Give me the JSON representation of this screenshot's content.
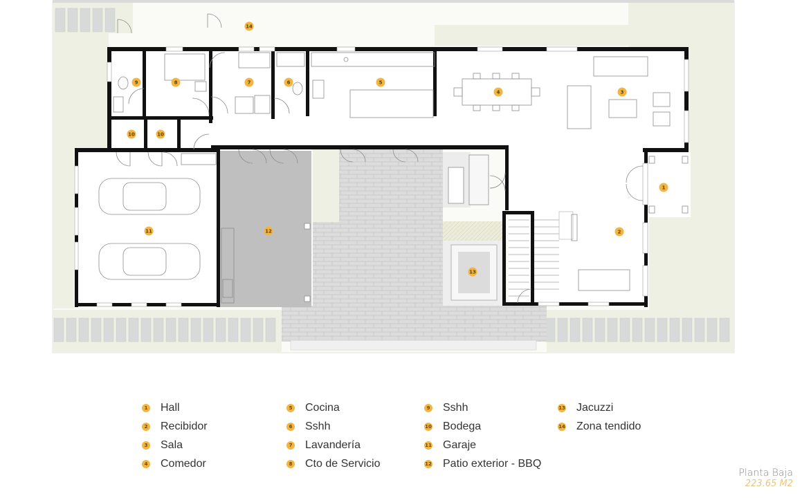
{
  "plan": {
    "rooms": [
      {
        "id": "1",
        "label": "1"
      },
      {
        "id": "2",
        "label": "2"
      },
      {
        "id": "3",
        "label": "3"
      },
      {
        "id": "4",
        "label": "4"
      },
      {
        "id": "5",
        "label": "5"
      },
      {
        "id": "6",
        "label": "6"
      },
      {
        "id": "7",
        "label": "7"
      },
      {
        "id": "8",
        "label": "8"
      },
      {
        "id": "9",
        "label": "9"
      },
      {
        "id": "10a",
        "label": "10"
      },
      {
        "id": "10b",
        "label": "10"
      },
      {
        "id": "11",
        "label": "11"
      },
      {
        "id": "12",
        "label": "12"
      },
      {
        "id": "13",
        "label": "13"
      },
      {
        "id": "14",
        "label": "14"
      }
    ]
  },
  "legend": {
    "columns": [
      [
        {
          "num": "1",
          "text": "Hall"
        },
        {
          "num": "2",
          "text": "Recibidor"
        },
        {
          "num": "3",
          "text": "Sala"
        },
        {
          "num": "4",
          "text": "Comedor"
        }
      ],
      [
        {
          "num": "5",
          "text": "Cocina"
        },
        {
          "num": "6",
          "text": "Sshh"
        },
        {
          "num": "7",
          "text": "Lavandería"
        },
        {
          "num": "8",
          "text": "Cto de Servicio"
        }
      ],
      [
        {
          "num": "9",
          "text": "Sshh"
        },
        {
          "num": "10",
          "text": "Bodega"
        },
        {
          "num": "11",
          "text": "Garaje"
        },
        {
          "num": "12",
          "text": "Patio exterior - BBQ"
        }
      ],
      [
        {
          "num": "13",
          "text": "Jacuzzi"
        },
        {
          "num": "14",
          "text": "Zona tendido"
        }
      ]
    ]
  },
  "caption": {
    "title": "Planta Baja",
    "area": "223.65 M2"
  },
  "colors": {
    "wall": "#111111",
    "badge": "#f2b544",
    "lawn": "#eef0e3",
    "paving": "#d9d9d9",
    "patio": "#bdbdbd"
  }
}
